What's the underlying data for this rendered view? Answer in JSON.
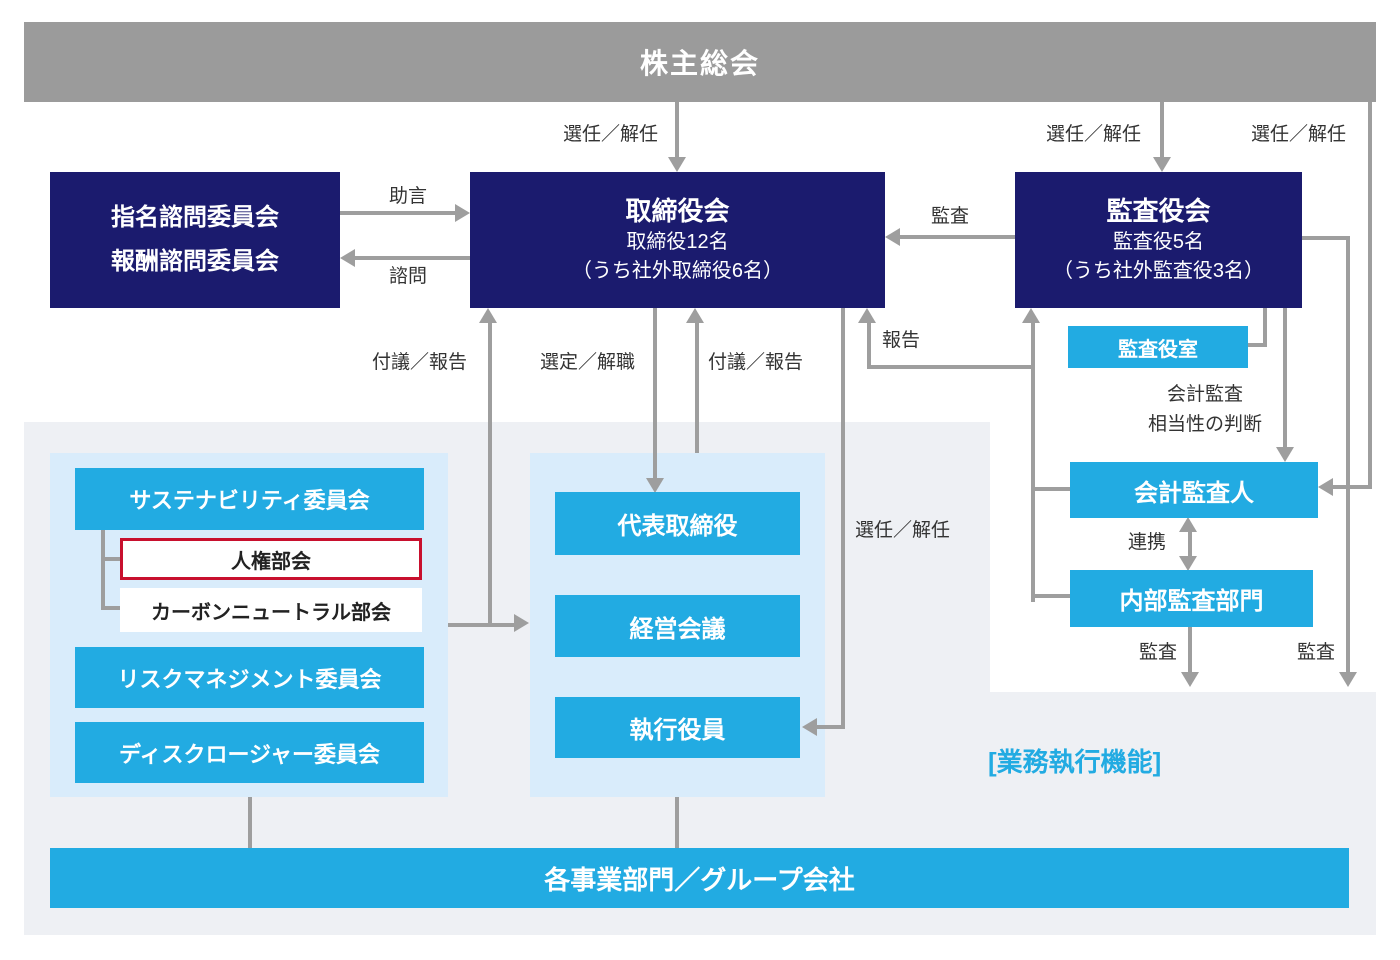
{
  "colors": {
    "navy": "#1b1b6e",
    "cyan": "#22abe2",
    "panel_blue": "#d9ecfb",
    "panel_gray": "#eef0f4",
    "topbar_gray": "#9b9b9b",
    "line_gray": "#9e9e9e",
    "red_border": "#c8102e",
    "label_text": "#333333"
  },
  "top": {
    "shareholders": "株主総会"
  },
  "boxes": {
    "advisory": {
      "line1": "指名諮問委員会",
      "line2": "報酬諮問委員会"
    },
    "board": {
      "title": "取締役会",
      "sub1": "取締役12名",
      "sub2": "（うち社外取締役6名）"
    },
    "kansayaku": {
      "title": "監査役会",
      "sub1": "監査役5名",
      "sub2": "（うち社外監査役3名）"
    },
    "audit_office": "監査役室",
    "accounting_auditor": "会計監査人",
    "internal_audit": "内部監査部門",
    "sustainability": "サステナビリティ委員会",
    "human_rights": "人権部会",
    "carbon_neutral": "カーボンニュートラル部会",
    "risk_management": "リスクマネジメント委員会",
    "disclosure": "ディスクロージャー委員会",
    "representative_director": "代表取締役",
    "management_meeting": "経営会議",
    "executive_officers": "執行役員",
    "business_divisions": "各事業部門／グループ会社"
  },
  "labels": {
    "appoint_dismiss": "選任／解任",
    "advice": "助言",
    "consult": "諮問",
    "audit": "監査",
    "report": "報告",
    "submit_report": "付議／報告",
    "select_dismiss": "選定／解職",
    "accounting_audit": "会計監査",
    "adequacy_judgment": "相当性の判断",
    "cooperation": "連携",
    "execution_caption": "[業務執行機能]"
  }
}
